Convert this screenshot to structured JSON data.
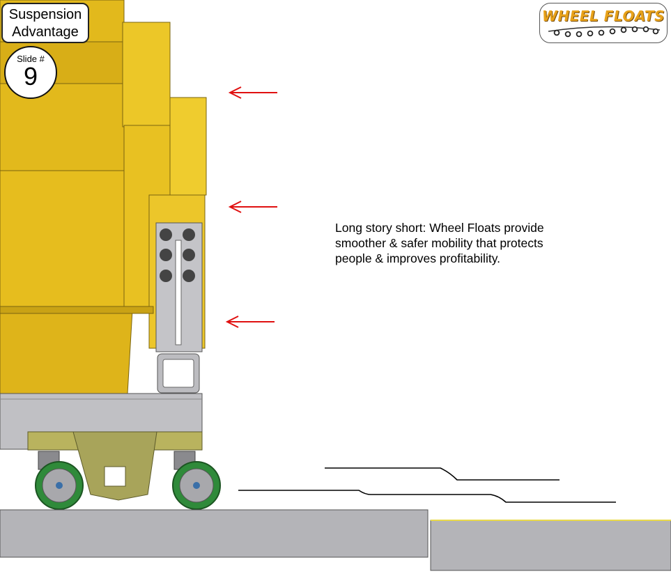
{
  "label": {
    "line1": "Suspension",
    "line2": "Advantage"
  },
  "slide": {
    "caption": "Slide #",
    "number": "9"
  },
  "logo": {
    "text": "WHEEL FLOATS",
    "color": "#e8a21a"
  },
  "caption": {
    "lines": [
      "Long story short: Wheel Floats provide",
      "smoother & safer mobility that protects",
      "people & improves profitability."
    ]
  },
  "colors": {
    "machine_yellow": "#e9c21f",
    "arrow_red": "#e01010",
    "steel_gray": "#b4b4b8",
    "wheel_green": "#2f8a3a",
    "bracket_olive": "#b8b460"
  }
}
